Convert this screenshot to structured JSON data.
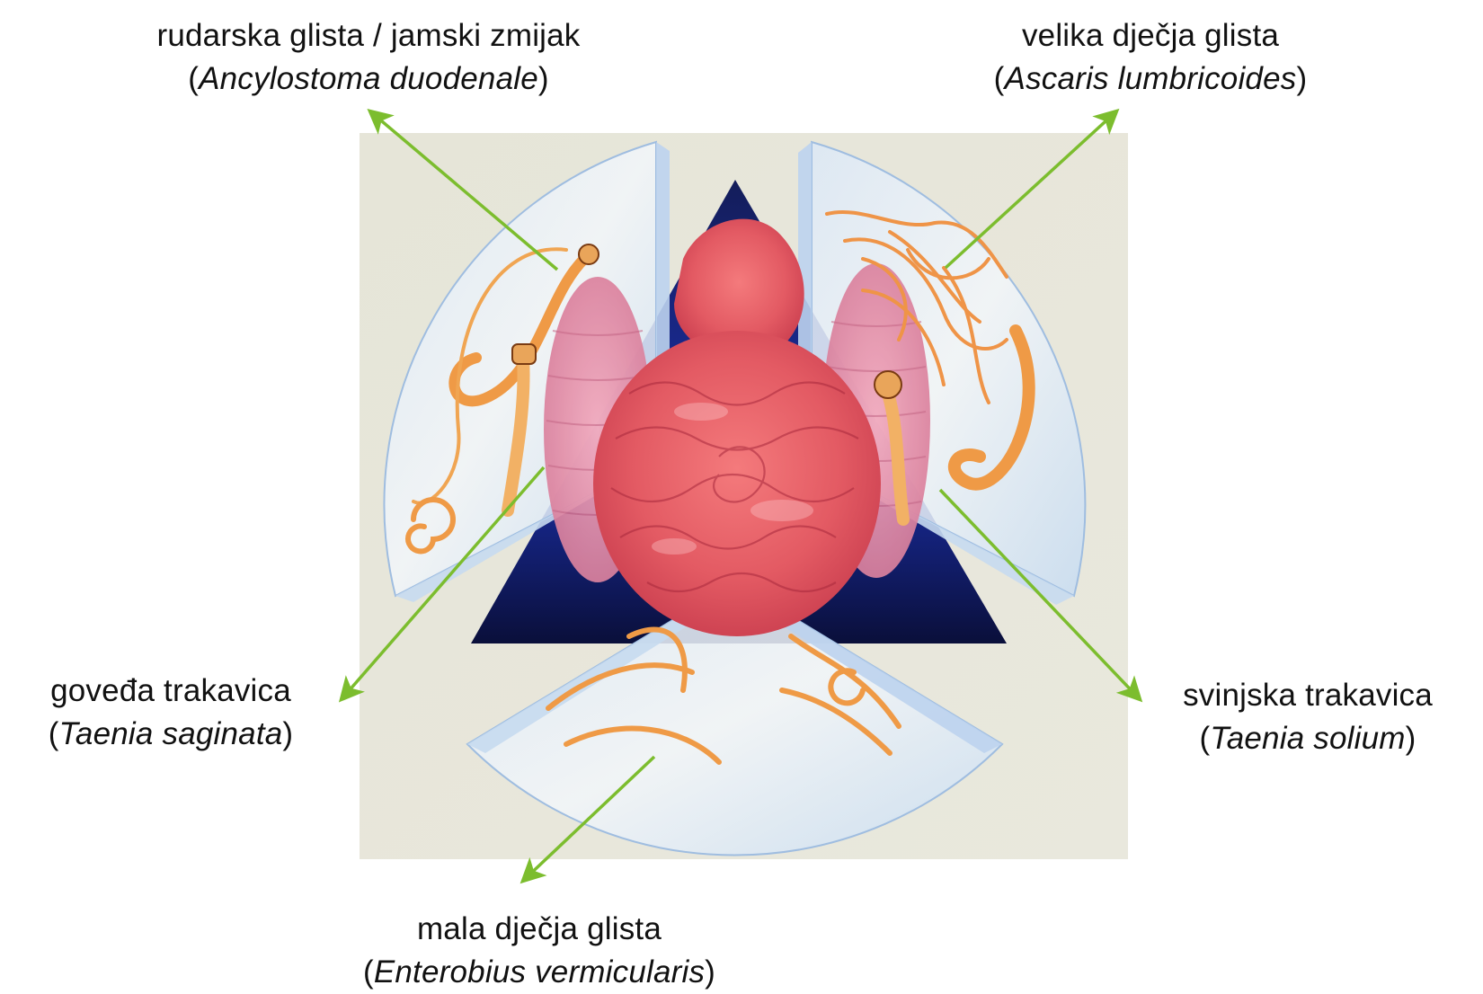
{
  "figure": {
    "colors": {
      "arrow": "#7cbd2e",
      "illustration_background": "#e7e6da",
      "glass_panel": "#cfe0f2",
      "intestine": "#e8656a",
      "worm": "#f0a050",
      "triangle": "#0b1a6e"
    },
    "labels": [
      {
        "id": "top-left",
        "common_name": "rudarska glista / jamski zmijak",
        "latin_name": "Ancylostoma duodenale",
        "paren_open": "(",
        "paren_close": ")"
      },
      {
        "id": "top-right",
        "common_name": "velika dječja glista",
        "latin_name": "Ascaris lumbricoides",
        "paren_open": "(",
        "paren_close": ")"
      },
      {
        "id": "mid-left",
        "common_name": "goveđa trakavica",
        "latin_name": "Taenia saginata",
        "paren_open": "(",
        "paren_close": ")"
      },
      {
        "id": "mid-right",
        "common_name": "svinjska trakavica",
        "latin_name": "Taenia solium",
        "paren_open": "(",
        "paren_close": ")"
      },
      {
        "id": "bottom",
        "common_name": "mala dječja glista",
        "latin_name": "Enterobius vermicularis",
        "paren_open": "(",
        "paren_close": ")"
      }
    ]
  }
}
